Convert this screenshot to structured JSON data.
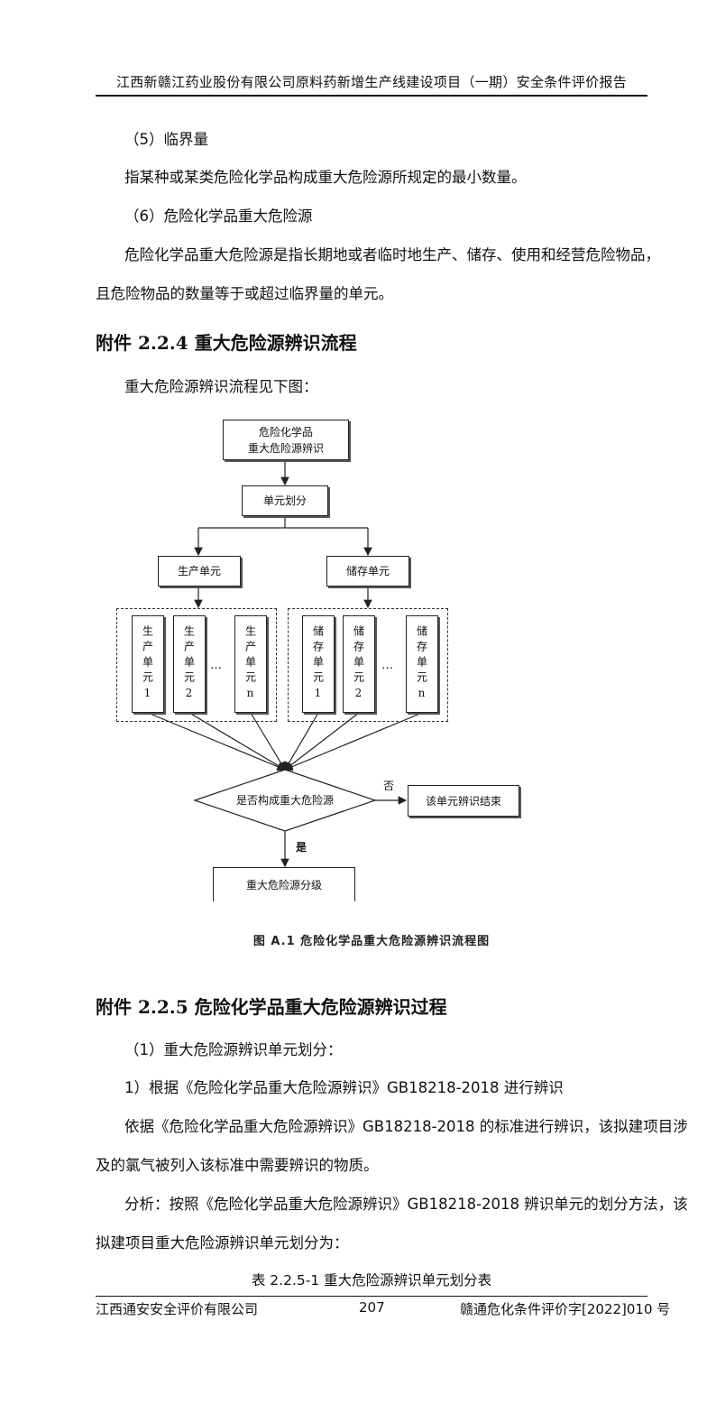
{
  "header": {
    "title": "江西新赣江药业股份有限公司原料药新增生产线建设项目（一期）安全条件评价报告"
  },
  "content": {
    "item5_title": "（5）临界量",
    "item5_text": "指某种或某类危险化学品构成重大危险源所规定的最小数量。",
    "item6_title": "（6）危险化学品重大危险源",
    "item6_text_line1": "危险化学品重大危险源是指长期地或者临时地生产、储存、使用和经营危险物品，",
    "item6_text_line2": "且危险物品的数量等于或超过临界量的单元。",
    "section_224_heading": "附件 2.2.4 重大危险源辨识流程",
    "flow_intro": "重大危险源辨识流程见下图：",
    "section_225_heading": "附件 2.2.5 危险化学品重大危险源辨识过程",
    "step1": "（1）重大危险源辨识单元划分：",
    "step1_1": "1）根据《危险化学品重大危险源辨识》GB18218-2018 进行辨识",
    "para1_line1": "依据《危险化学品重大危险源辨识》GB18218-2018 的标准进行辨识，该拟建项目涉",
    "para1_line2": "及的氯气被列入该标准中需要辨识的物质。",
    "para2_line1": "分析：按照《危险化学品重大危险源辨识》GB18218-2018 辨识单元的划分方法，该",
    "para2_line2": "拟建项目重大危险源辨识单元划分为：",
    "table_title": "表 2.2.5-1  重大危险源辨识单元划分表"
  },
  "flowchart": {
    "top_line1": "危险化学品",
    "top_line2": "重大危险源辨识",
    "unit_division": "单元划分",
    "production_unit": "生产单元",
    "storage_unit": "储存单元",
    "prod_units": [
      "生产单元1",
      "生产单元2",
      "生产单元n"
    ],
    "stor_units": [
      "储存单元1",
      "储存单元2",
      "储存单元n"
    ],
    "ellipsis": "…",
    "decision": "是否构成重大危险源",
    "no_label": "否",
    "yes_label": "是",
    "end_box": "该单元辨识结束",
    "grading_box": "重大危险源分级",
    "caption": "图 A.1    危险化学品重大危险源辨识流程图"
  },
  "footer": {
    "left": "江西通安安全评价有限公司",
    "page_number": "207",
    "right": "赣通危化条件评价字[2022]010 号"
  }
}
